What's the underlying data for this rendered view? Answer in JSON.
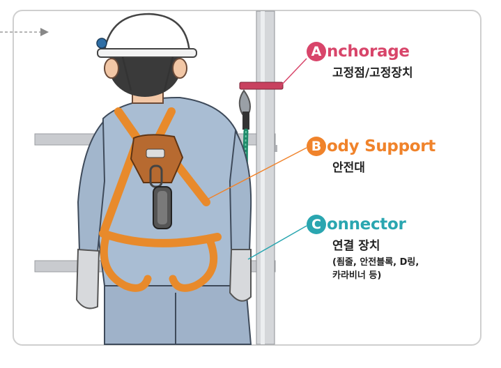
{
  "anchorage": {
    "letter": "A",
    "rest": "nchorage",
    "korean": "고정점/고정장치",
    "color": "#d8456a"
  },
  "body_support": {
    "letter": "B",
    "rest": "ody Support",
    "korean": "안전대",
    "color": "#f0832b"
  },
  "connector": {
    "letter": "C",
    "rest": "onnector",
    "korean": "연결 장치",
    "detail_line1": "(죔줄, 안전블록, D링,",
    "detail_line2": "카라비너 등)",
    "color": "#2aa6b0"
  }
}
